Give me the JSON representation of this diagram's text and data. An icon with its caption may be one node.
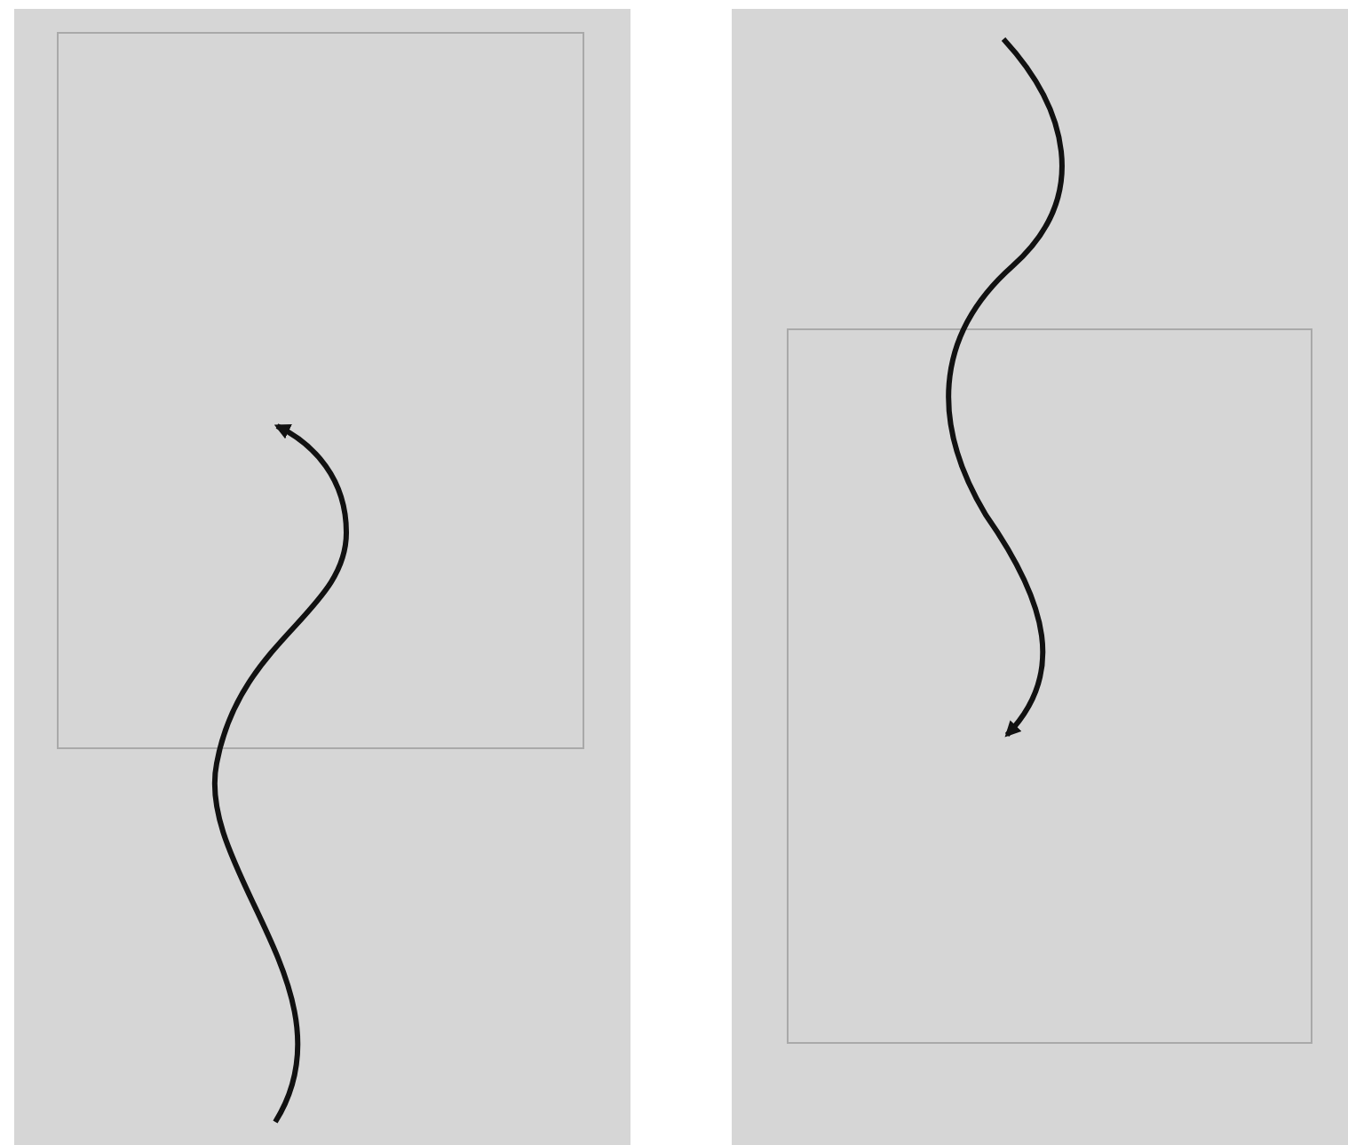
{
  "diagram": {
    "nodes": [
      {
        "text": [],
        "shape": "box"
      },
      {
        "text": [],
        "shape": "box"
      }
    ],
    "edges": [
      {
        "from": null,
        "to": 0,
        "arrow": "to"
      },
      {
        "from": null,
        "to": 1,
        "arrow": "to"
      }
    ]
  }
}
